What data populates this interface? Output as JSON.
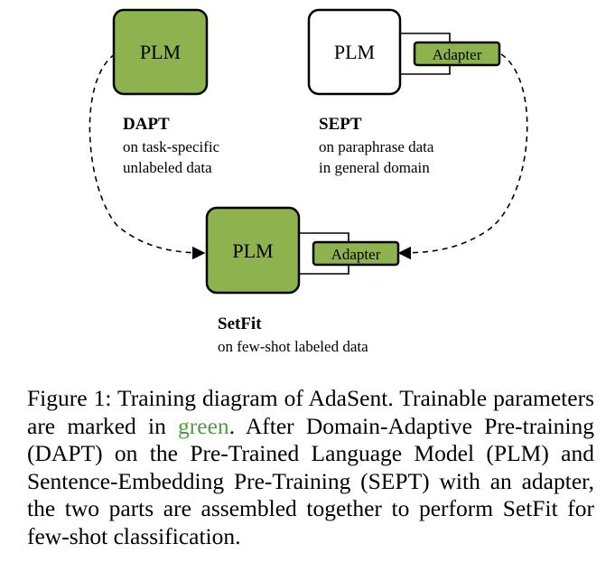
{
  "colors": {
    "trainable_green": "#8db24e",
    "frozen_white": "#ffffff",
    "stroke": "#000000",
    "caption_green": "#4aa13c"
  },
  "dapt": {
    "plm_label": "PLM",
    "title": "DAPT",
    "desc_line1": "on task-specific",
    "desc_line2": "unlabeled data"
  },
  "sept": {
    "plm_label": "PLM",
    "adapter_label": "Adapter",
    "title": "SEPT",
    "desc_line1": "on paraphrase data",
    "desc_line2": "in general domain"
  },
  "setfit": {
    "plm_label": "PLM",
    "adapter_label": "Adapter",
    "title": "SetFit",
    "desc_line1": "on few-shot labeled data"
  },
  "caption": {
    "part1": "Figure 1: Training diagram of AdaSent. Trainable parameters are marked in ",
    "green_word": "green",
    "part2": ". After Domain-Adaptive Pre-training (DAPT) on the Pre-Trained Language Model (PLM) and Sentence-Embedding Pre-Training (SEPT) with an adapter, the two parts are assembled together to perform SetFit for few-shot classification."
  }
}
